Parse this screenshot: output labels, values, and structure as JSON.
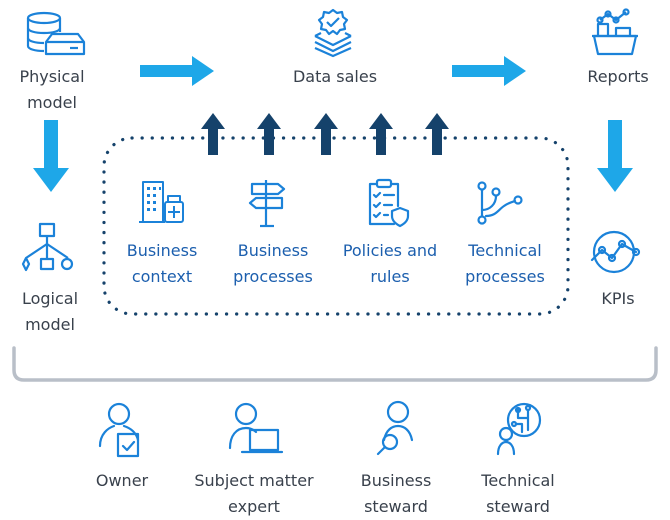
{
  "nodes": {
    "physical_model": "Physical\nmodel",
    "data_sales": "Data sales",
    "reports": "Reports",
    "logical_model": "Logical\nmodel",
    "kpis": "KPIs"
  },
  "inner": [
    {
      "label": "Business\ncontext"
    },
    {
      "label": "Business\nprocesses"
    },
    {
      "label": "Policies and\nrules"
    },
    {
      "label": "Technical\nprocesses"
    }
  ],
  "roles": [
    {
      "label": "Owner"
    },
    {
      "label": "Subject matter\nexpert"
    },
    {
      "label": "Business\nsteward"
    },
    {
      "label": "Technical\nsteward"
    }
  ],
  "colors": {
    "accent_blue": "#1ea7e8",
    "dark_navy": "#15426b",
    "icon_blue": "#1b82d9",
    "text": "#39414c",
    "bracket": "#b9bfc8"
  }
}
